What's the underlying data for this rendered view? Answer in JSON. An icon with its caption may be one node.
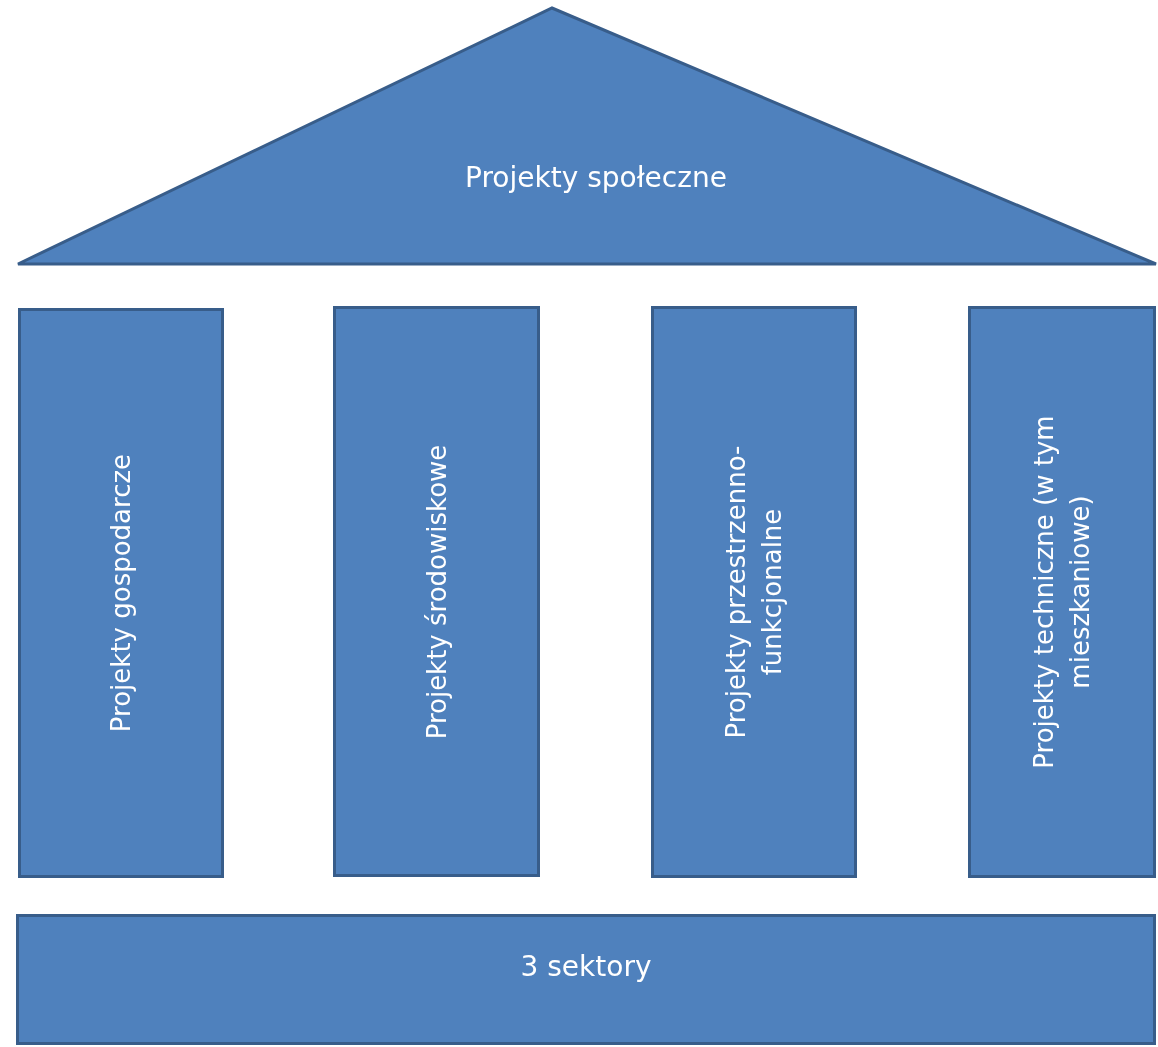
{
  "diagram": {
    "nodes": [
      {
        "text": [
          "Projekty społeczne"
        ]
      },
      {
        "text": [
          "Projekty gospodarcze"
        ]
      },
      {
        "text": [
          "Projekty środowiskowe"
        ]
      },
      {
        "text": [
          "Projekty przestrzenno-funkcjonalne"
        ]
      },
      {
        "text": [
          "Projekty techniczne (w tym mieszkaniowe)"
        ]
      },
      {
        "text": [
          "3 sektory"
        ]
      }
    ]
  }
}
